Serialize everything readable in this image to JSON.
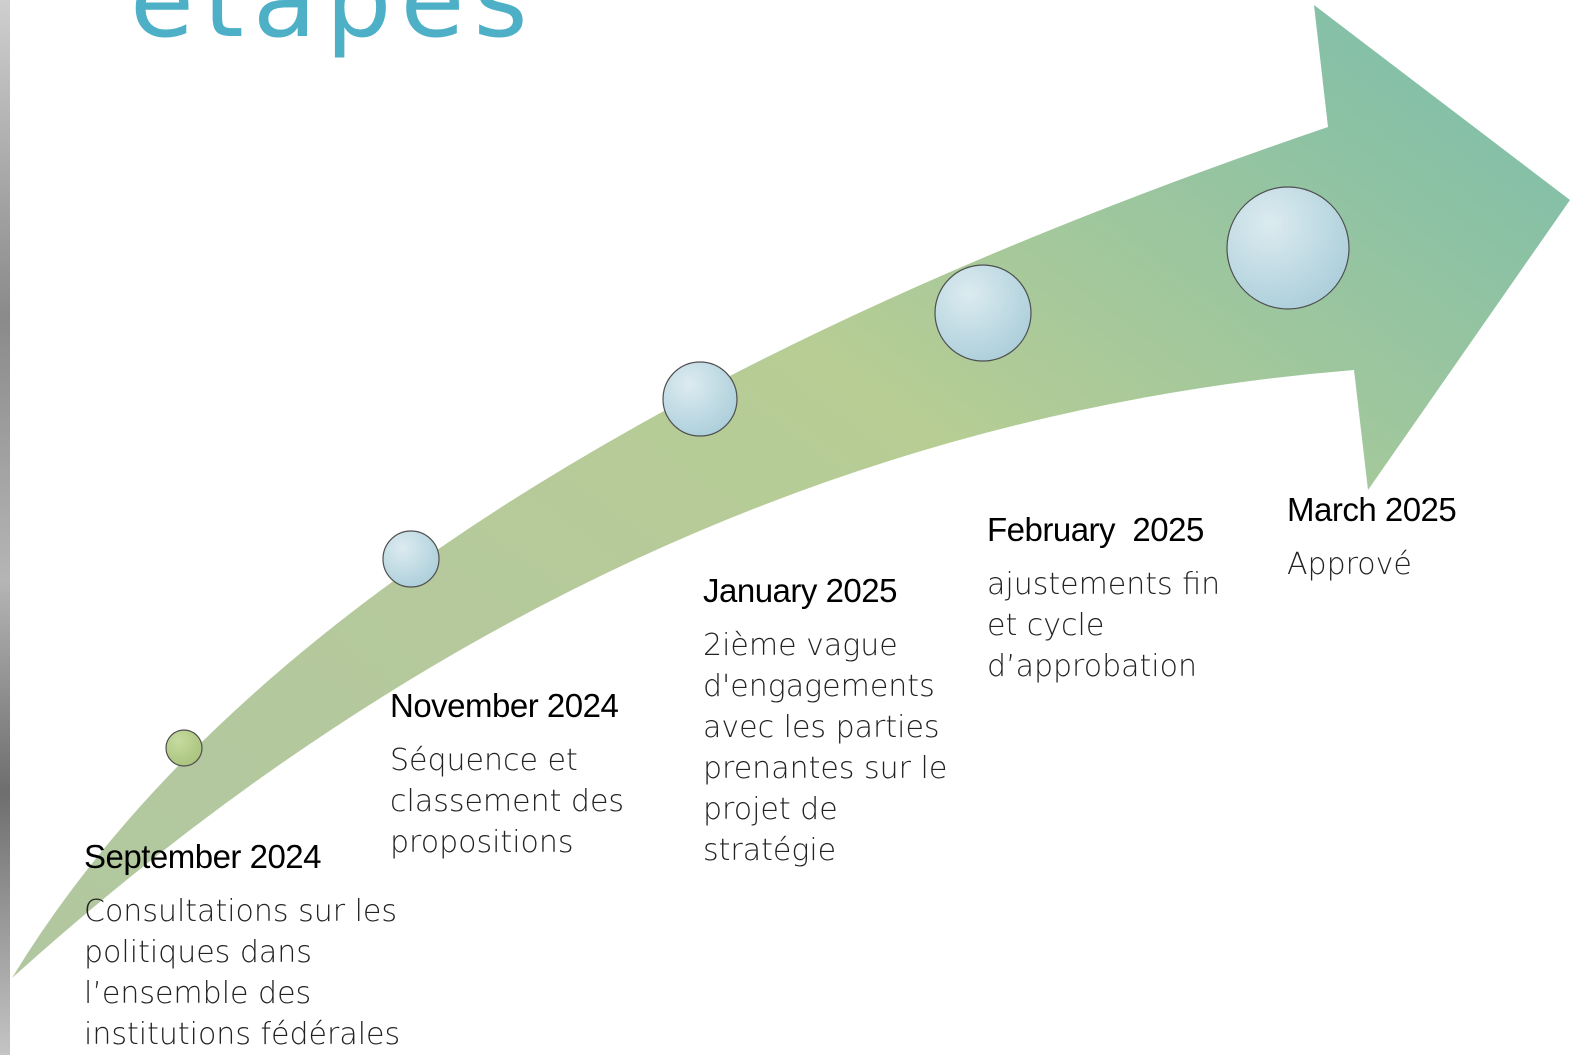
{
  "title": "étapes",
  "colors": {
    "title": "#4db0c6",
    "arrow_start": "#b3c9a6",
    "arrow_mid": "#b7cd94",
    "arrow_end": "#84c1a8",
    "circle_fill": "#c3dde6",
    "circle_first": "#b8cf8e"
  },
  "milestones": [
    {
      "date": "September 2024",
      "description": "Consultations sur les\npolitiques dans\nl’ensemble des\ninstitutions fédérales"
    },
    {
      "date": "November 2024",
      "description": "Séquence et\nclassement des\npropositions"
    },
    {
      "date": "January 2025",
      "description": "2ième vague\nd'engagements\navec les parties\nprenantes sur le\nprojet de\nstratégie"
    },
    {
      "date": "February  2025",
      "description": "ajustements fin\net cycle\nd’approbation"
    },
    {
      "date": "March 2025",
      "description": "Apprové"
    }
  ]
}
